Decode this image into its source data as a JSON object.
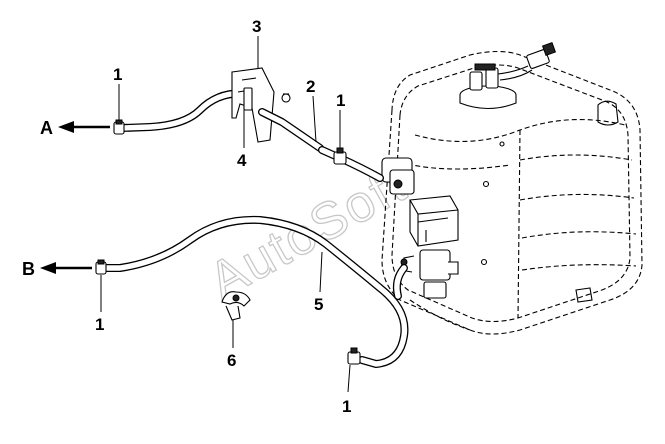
{
  "watermark": "AutoSoft",
  "arrows": {
    "a": "A",
    "b": "B"
  },
  "callouts": {
    "clamp_top_left": "1",
    "pipe": "2",
    "bracket": "3",
    "bracket_clip": "4",
    "clamp_top_mid": "1",
    "clamp_left_lower": "1",
    "hose": "5",
    "holder": "6",
    "clamp_bottom": "1"
  }
}
